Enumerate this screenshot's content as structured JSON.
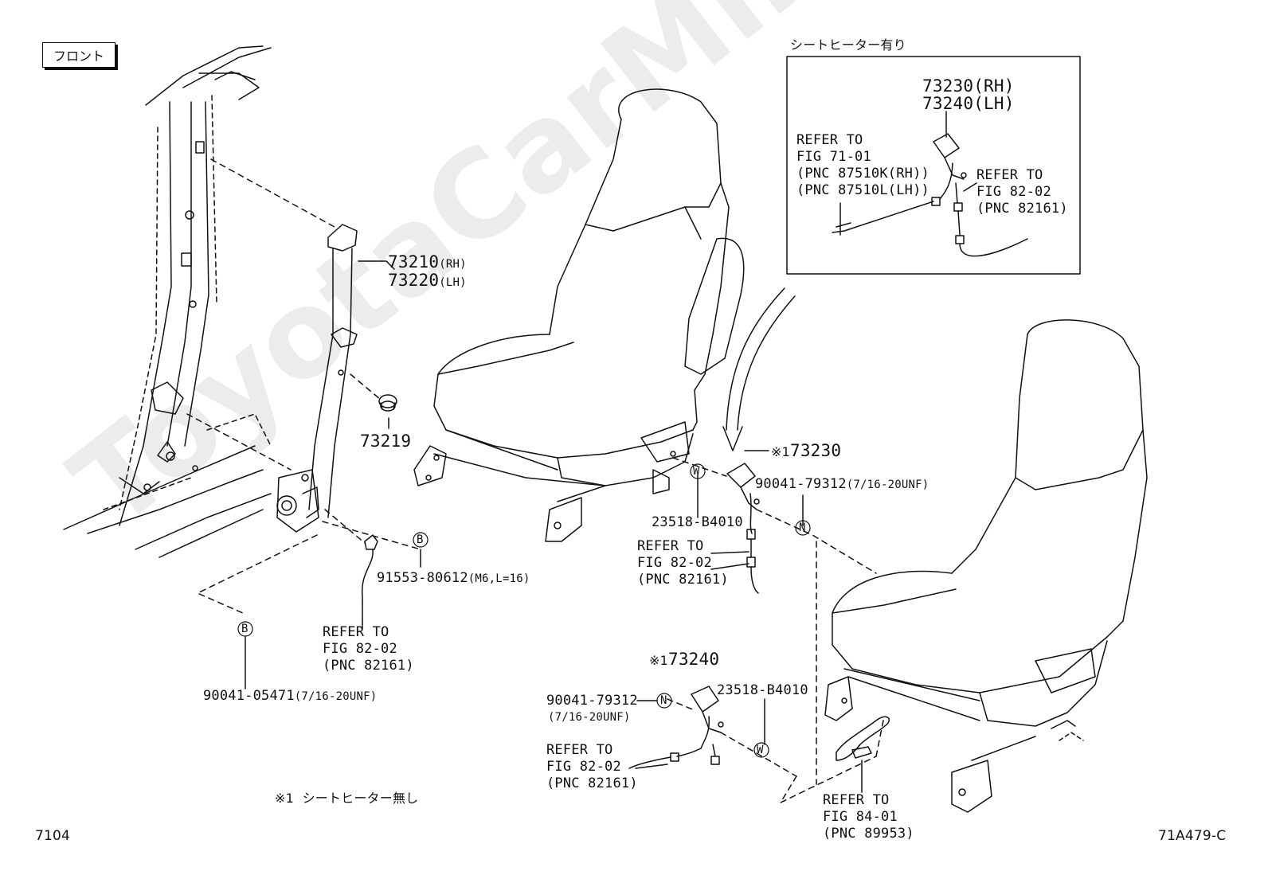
{
  "front_label": "フロント",
  "watermark": "ToyotaCarMine.ru",
  "inset": {
    "title": "シートヒーター有り",
    "part_rh": "73230(RH)",
    "part_lh": "73240(LH)",
    "ref_a": [
      "REFER TO",
      "FIG 71-01",
      "(PNC 87510K(RH))",
      "(PNC 87510L(LH))"
    ],
    "ref_b": [
      "REFER TO",
      "FIG 82-02",
      "(PNC 82161)"
    ]
  },
  "belt": {
    "part_rh": "73210",
    "rh_suffix": "(RH)",
    "part_lh": "73220",
    "lh_suffix": "(LH)",
    "cap_part": "73219",
    "bolt_main": "91553-80612",
    "bolt_spec": "(M6,L=16)",
    "bolt_letter": "B",
    "anchor_bolt": "90041-05471",
    "anchor_spec": "(7/16-20UNF)",
    "ref": [
      "REFER TO",
      "FIG 82-02",
      "(PNC 82161)"
    ]
  },
  "buckle_upper": {
    "note": "※1",
    "part": "73230",
    "bolt": "90041-79312",
    "bolt_spec": "(7/16-20UNF)",
    "bolt_letter": "N",
    "washer": "23518-B4010",
    "washer_letter": "W",
    "ref": [
      "REFER TO",
      "FIG 82-02",
      "(PNC 82161)"
    ]
  },
  "buckle_lower": {
    "note": "※1",
    "part": "73240",
    "bolt": "90041-79312",
    "bolt_spec": "(7/16-20UNF)",
    "bolt_letter": "N",
    "washer": "23518-B4010",
    "washer_letter": "W",
    "ref": [
      "REFER TO",
      "FIG 82-02",
      "(PNC 82161)"
    ],
    "ref2": [
      "REFER TO",
      "FIG 84-01",
      "(PNC 89953)"
    ]
  },
  "footnote": "※1  シートヒーター無し",
  "page_code": "7104",
  "figure_code": "71A479-C"
}
